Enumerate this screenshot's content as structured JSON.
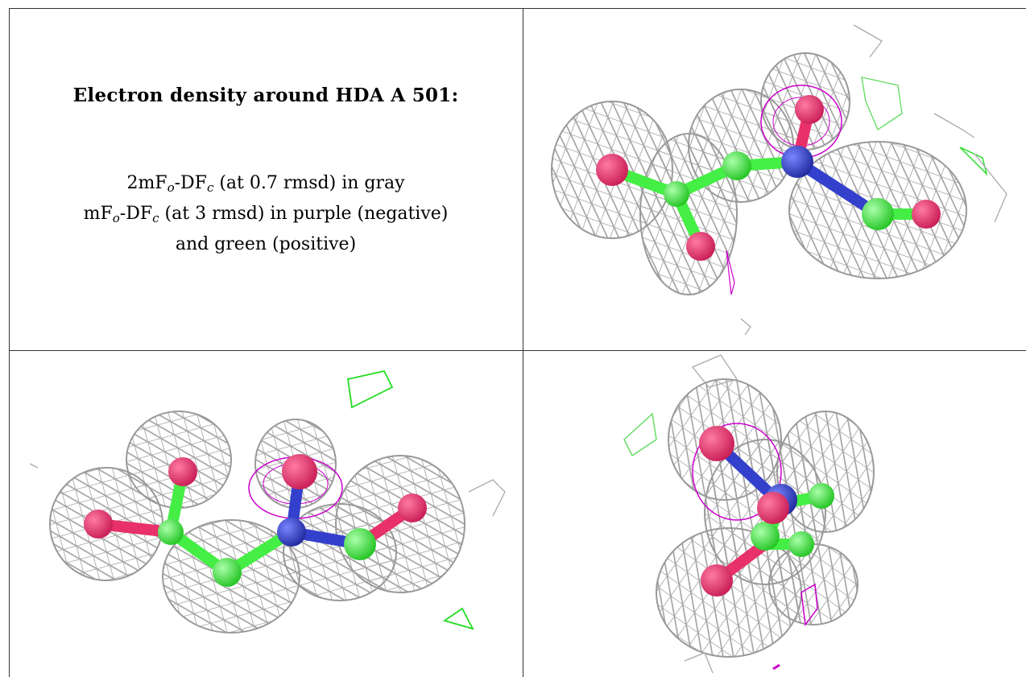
{
  "caption": {
    "title": "Electron density around HDA A 501:",
    "line1": {
      "pre": "2mF",
      "sub1": "o",
      "mid": "-DF",
      "sub2": "c",
      "post": " (at 0.7 rmsd) in gray"
    },
    "line2": {
      "pre": "mF",
      "sub1": "o",
      "mid": "-DF",
      "sub2": "c",
      "post": " (at 3 rmsd) in purple (negative)"
    },
    "line3": "and green (positive)"
  },
  "colors": {
    "mesh_2fo": "#9a9a9a",
    "mesh_negative": "#cc00cc",
    "mesh_positive": "#22dd22",
    "carbon": "#44ee44",
    "oxygen": "#e8306a",
    "nitrogen": "#3340cc"
  },
  "panels": [
    "view-1",
    "view-2",
    "view-3"
  ]
}
